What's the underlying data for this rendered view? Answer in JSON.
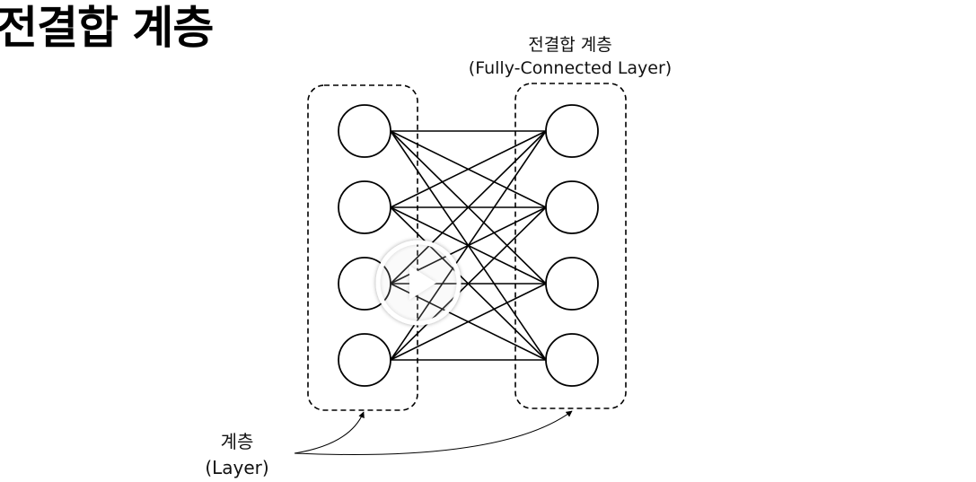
{
  "title": "전결합 계층",
  "fc_layer_label": {
    "line1": "전결합 계층",
    "line2": "(Fully-Connected Layer)"
  },
  "layer_label": {
    "line1": "계층",
    "line2": "(Layer)"
  },
  "diagram": {
    "left_layer_nodes": 4,
    "right_layer_nodes": 4,
    "connection": "all-to-all",
    "colors": {
      "stroke": "#000000",
      "play_overlay": "#ffffff"
    }
  },
  "video_overlay": {
    "icon": "play-icon"
  }
}
